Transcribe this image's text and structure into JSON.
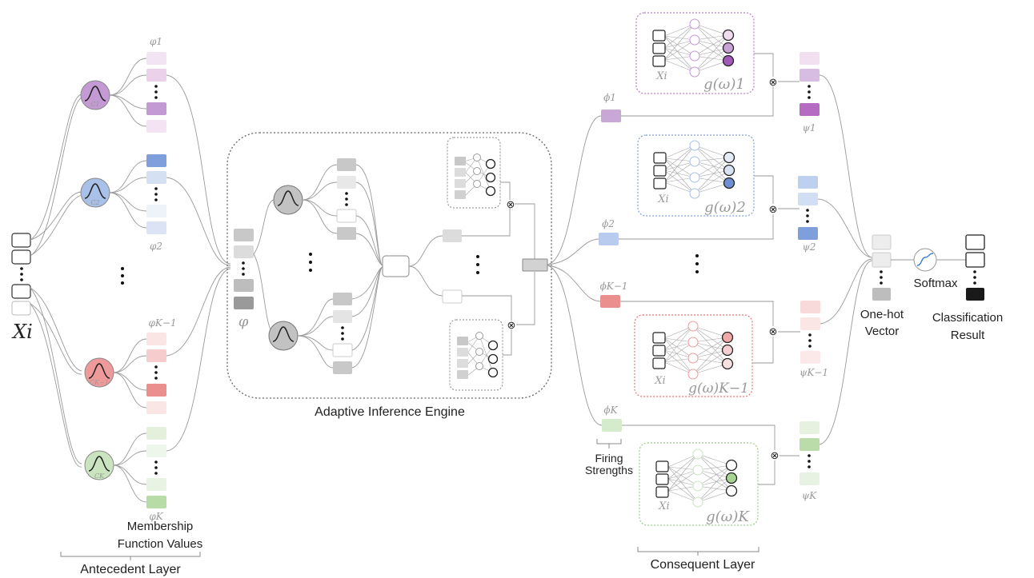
{
  "input": {
    "symbol": "Xi"
  },
  "antecedent": {
    "membership_labels": [
      "C1",
      "C2",
      "CK−1",
      "CK"
    ],
    "value_labels": [
      "φ1",
      "φ2",
      "φK−1",
      "φK"
    ],
    "membership_caption_line1": "Membership",
    "membership_caption_line2": "Function Values",
    "layer_label": "Antecedent Layer"
  },
  "engine": {
    "label": "Adaptive Inference Engine",
    "input_symbol": "φ"
  },
  "firing": {
    "labels": [
      "ϕ1",
      "ϕ2",
      "ϕK−1",
      "ϕK"
    ],
    "caption_line1": "Firing",
    "caption_line2": "Strengths"
  },
  "consequent": {
    "net_inputs": [
      "Xi",
      "Xi",
      "Xi",
      "Xi"
    ],
    "net_labels": [
      "g(ω)1",
      "g(ω)2",
      "g(ω)K−1",
      "g(ω)K"
    ],
    "output_labels": [
      "ψ1",
      "ψ2",
      "ψK−1",
      "ψK"
    ],
    "multiply_symbol": "⊗",
    "layer_label": "Consequent Layer"
  },
  "output": {
    "onehot_line1": "One-hot",
    "onehot_line2": "Vector",
    "softmax_label": "Softmax",
    "result_line1": "Classification",
    "result_line2": "Result"
  },
  "colors": {
    "purple": "#c39ad3",
    "blue": "#a9c0e8",
    "red": "#ef9a9a",
    "green": "#c9e4bf",
    "gray": "#c8c8c8",
    "dark": "#1a1a1a"
  }
}
